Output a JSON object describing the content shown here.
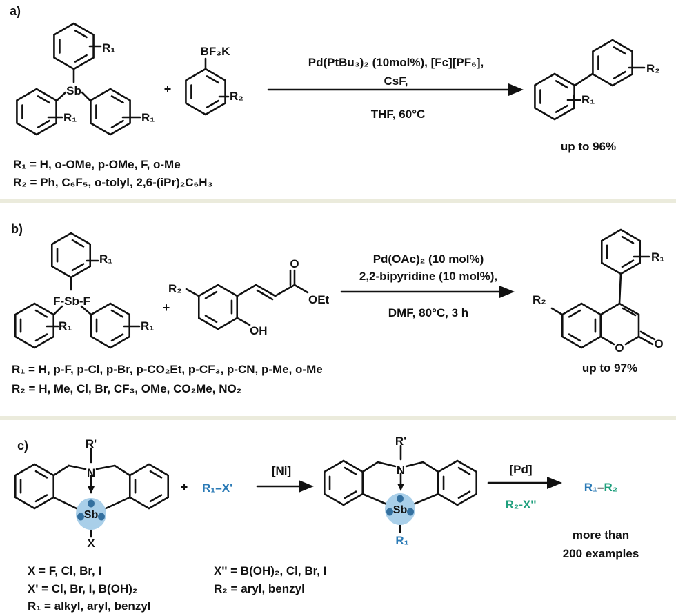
{
  "colors": {
    "blue": "#2a7ab6",
    "green": "#1e9f7c",
    "sb_fill": "#a9cfe9",
    "sb_dot": "#34709f",
    "separator": "#ebebdc"
  },
  "panel_a": {
    "label": "a)",
    "sb": "Sb",
    "r1": "R₁",
    "r2": "R₂",
    "bf3k": "BF₃K",
    "plus": "+",
    "conditions": [
      "Pd(PtBu₃)₂ (10mol%), [Fc][PF₆],",
      "CsF,",
      "THF, 60°C"
    ],
    "yield": "up to  96%",
    "r1_def": "R₁ = H, o-OMe, p-OMe, F, o-Me",
    "r2_def": "R₂ = Ph, C₆F₅, o-tolyl, 2,6-(iPr)₂C₆H₃"
  },
  "panel_b": {
    "label": "b)",
    "fsbf": "F-Sb-F",
    "r1": "R₁",
    "r2": "R₂",
    "plus": "+",
    "o": "O",
    "oet": "OEt",
    "oh": "OH",
    "conditions": [
      "Pd(OAc)₂ (10 mol%)",
      "2,2-bipyridine (10 mol%),",
      "DMF, 80°C, 3 h"
    ],
    "yield": "up to 97%",
    "r1_def": "R₁ = H, p-F, p-Cl, p-Br, p-CO₂Et, p-CF₃, p-CN, p-Me,  o-Me",
    "r2_def": "R₂ = H, Me, Cl, Br, CF₃, OMe, CO₂Me, NO₂"
  },
  "panel_c": {
    "label": "c)",
    "r_prime": "R'",
    "n": "N",
    "sb": "Sb",
    "x": "X",
    "plus": "+",
    "r1x": "R₁–X'",
    "ni": "[Ni]",
    "pd": "[Pd]",
    "r2x": "R₂-X''",
    "r1": "R₁",
    "product_r1": "R₁",
    "product_dash": "–",
    "product_r2": "R₂",
    "note": [
      "more than",
      "200 examples"
    ],
    "defs_left": [
      "X = F, Cl, Br, I",
      "X' = Cl, Br, I, B(OH)₂",
      "R₁ = alkyl, aryl,  benzyl"
    ],
    "defs_right": [
      "X'' = B(OH)₂, Cl, Br, I",
      "R₂ = aryl, benzyl"
    ]
  }
}
